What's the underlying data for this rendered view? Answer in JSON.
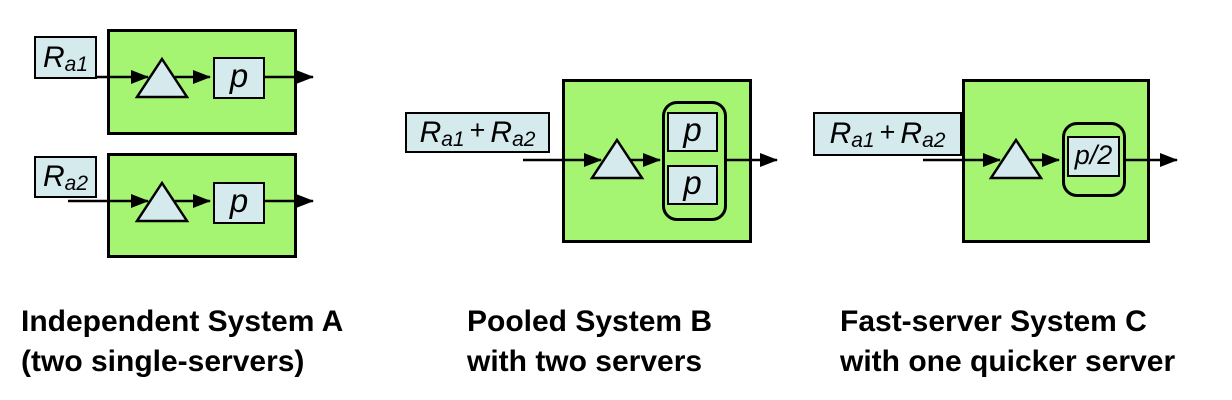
{
  "colors": {
    "canvas_bg": "#ffffff",
    "system_box_green": "#a6f572",
    "shape_blue": "#d5eaec",
    "stroke_black": "#000000",
    "caption_text": "#000000"
  },
  "systems": {
    "a": {
      "caption_line1": "Independent System A",
      "caption_line2": "(two single-servers)",
      "inputs": [
        {
          "base": "R",
          "sub": "a1"
        },
        {
          "base": "R",
          "sub": "a2"
        }
      ],
      "servers": [
        {
          "label": "p"
        },
        {
          "label": "p"
        }
      ]
    },
    "b": {
      "caption_line1": "Pooled System B",
      "caption_line2": "with two servers",
      "input": {
        "base1": "R",
        "sub1": "a1",
        "plus": "+",
        "base2": "R",
        "sub2": "a2"
      },
      "servers": [
        {
          "label": "p"
        },
        {
          "label": "p"
        }
      ]
    },
    "c": {
      "caption_line1": "Fast-server System C",
      "caption_line2": "with one quicker server",
      "input": {
        "base1": "R",
        "sub1": "a1",
        "plus": "+",
        "base2": "R",
        "sub2": "a2"
      },
      "servers": [
        {
          "label": "p/2"
        }
      ]
    }
  }
}
